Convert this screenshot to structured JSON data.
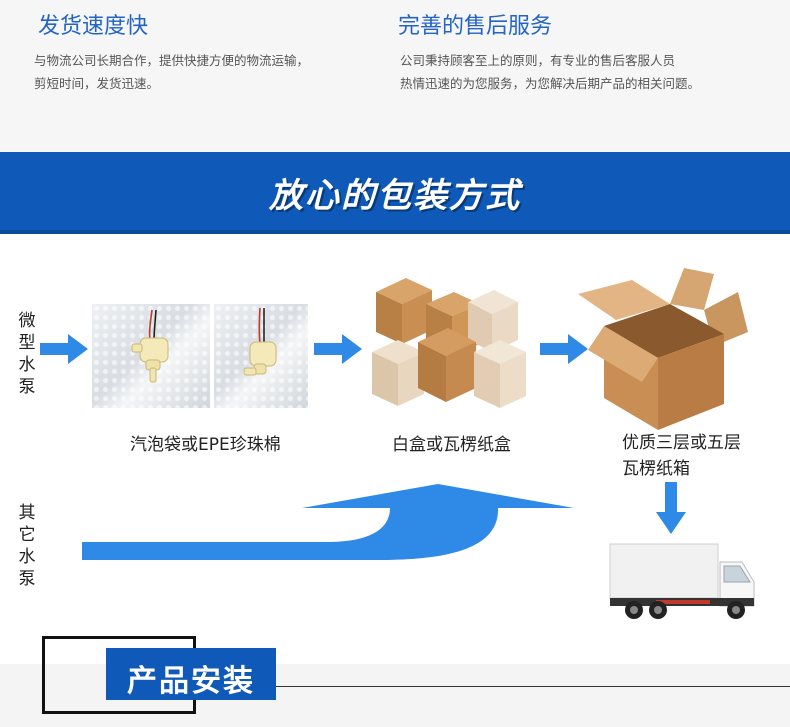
{
  "services": [
    {
      "title": "发货速度快",
      "lines": [
        "与物流公司长期合作，提供快捷方便的物流运输，",
        "剪短时间，发货迅速。"
      ]
    },
    {
      "title": "完善的售后服务",
      "lines": [
        "公司秉持顾客至上的原则，有专业的售后客服人员",
        "热情迅速的为您服务，为您解决后期产品的相关问题。"
      ]
    }
  ],
  "banner": {
    "title": "放心的包装方式"
  },
  "flow": {
    "row1_label": [
      "微",
      "型",
      "水",
      "泵"
    ],
    "row2_label": [
      "其",
      "它",
      "水",
      "泵"
    ],
    "step1_caption": "汽泡袋或EPE珍珠棉",
    "step2_caption": "白盒或瓦楞纸盒",
    "step3_caption_lines": [
      "优质三层或五层",
      "瓦楞纸箱"
    ]
  },
  "install": {
    "title": "产品安装"
  },
  "colors": {
    "brand_blue": "#0f5ab8",
    "title_blue": "#2364c4",
    "arrow_blue": "#2e8ae6"
  }
}
